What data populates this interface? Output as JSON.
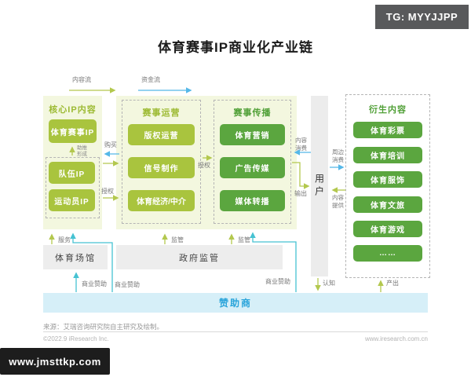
{
  "badges": {
    "tg": "TG: MYYJJPP",
    "watermark": "www.jmsttkp.com"
  },
  "title": "体育赛事IP商业化产业链",
  "legend": {
    "content_flow": "内容流",
    "money_flow": "资金流"
  },
  "core_ip": {
    "title": "核心IP内容",
    "main_box": "体育赛事IP",
    "mini_label_1": "助推",
    "mini_label_2": "形成",
    "sub_boxes": [
      "队伍IP",
      "运动员IP"
    ]
  },
  "operation": {
    "title": "赛事运营",
    "boxes": [
      "版权运营",
      "信号制作",
      "体育经济/中介"
    ]
  },
  "broadcast": {
    "title": "赛事传播",
    "boxes": [
      "体育营销",
      "广告传媒",
      "媒体转播"
    ]
  },
  "user": {
    "label": "用户"
  },
  "derivative": {
    "title": "衍生内容",
    "boxes": [
      "体育彩票",
      "体育培训",
      "体育服饰",
      "体育文旅",
      "体育游戏",
      "……"
    ]
  },
  "bottom": {
    "venue": "体育场馆",
    "government": "政府监管",
    "sponsor": "赞助商"
  },
  "flow_labels": {
    "buy": "购买",
    "license_core": "授权",
    "license_mid": "授权",
    "content_consume": "内容消费",
    "output": "输出",
    "periphery_consume": "周边消费",
    "content_provide": "内容提供",
    "service": "服务",
    "regulate_1": "监管",
    "regulate_2": "监管",
    "sponsorship_1": "商业赞助",
    "sponsorship_2": "商业赞助",
    "sponsorship_3": "商业赞助",
    "cognition": "认知",
    "produce": "产出"
  },
  "footer": {
    "source": "来源：艾瑞咨询研究院自主研究及绘制。",
    "copyright": "©2022.9 iResearch Inc.",
    "website": "www.iresearch.com.cn"
  },
  "colors": {
    "yellow_green": "#a9c43e",
    "green": "#5ba63f",
    "content_arrow": "#b3c84e",
    "money_arrow": "#55b8e8",
    "sponsor_arrow": "#46c2d2",
    "panel_bg": "#f3f7df",
    "sponsor_bar_bg": "#d6eff8",
    "sponsor_bar_text": "#29a4da"
  }
}
